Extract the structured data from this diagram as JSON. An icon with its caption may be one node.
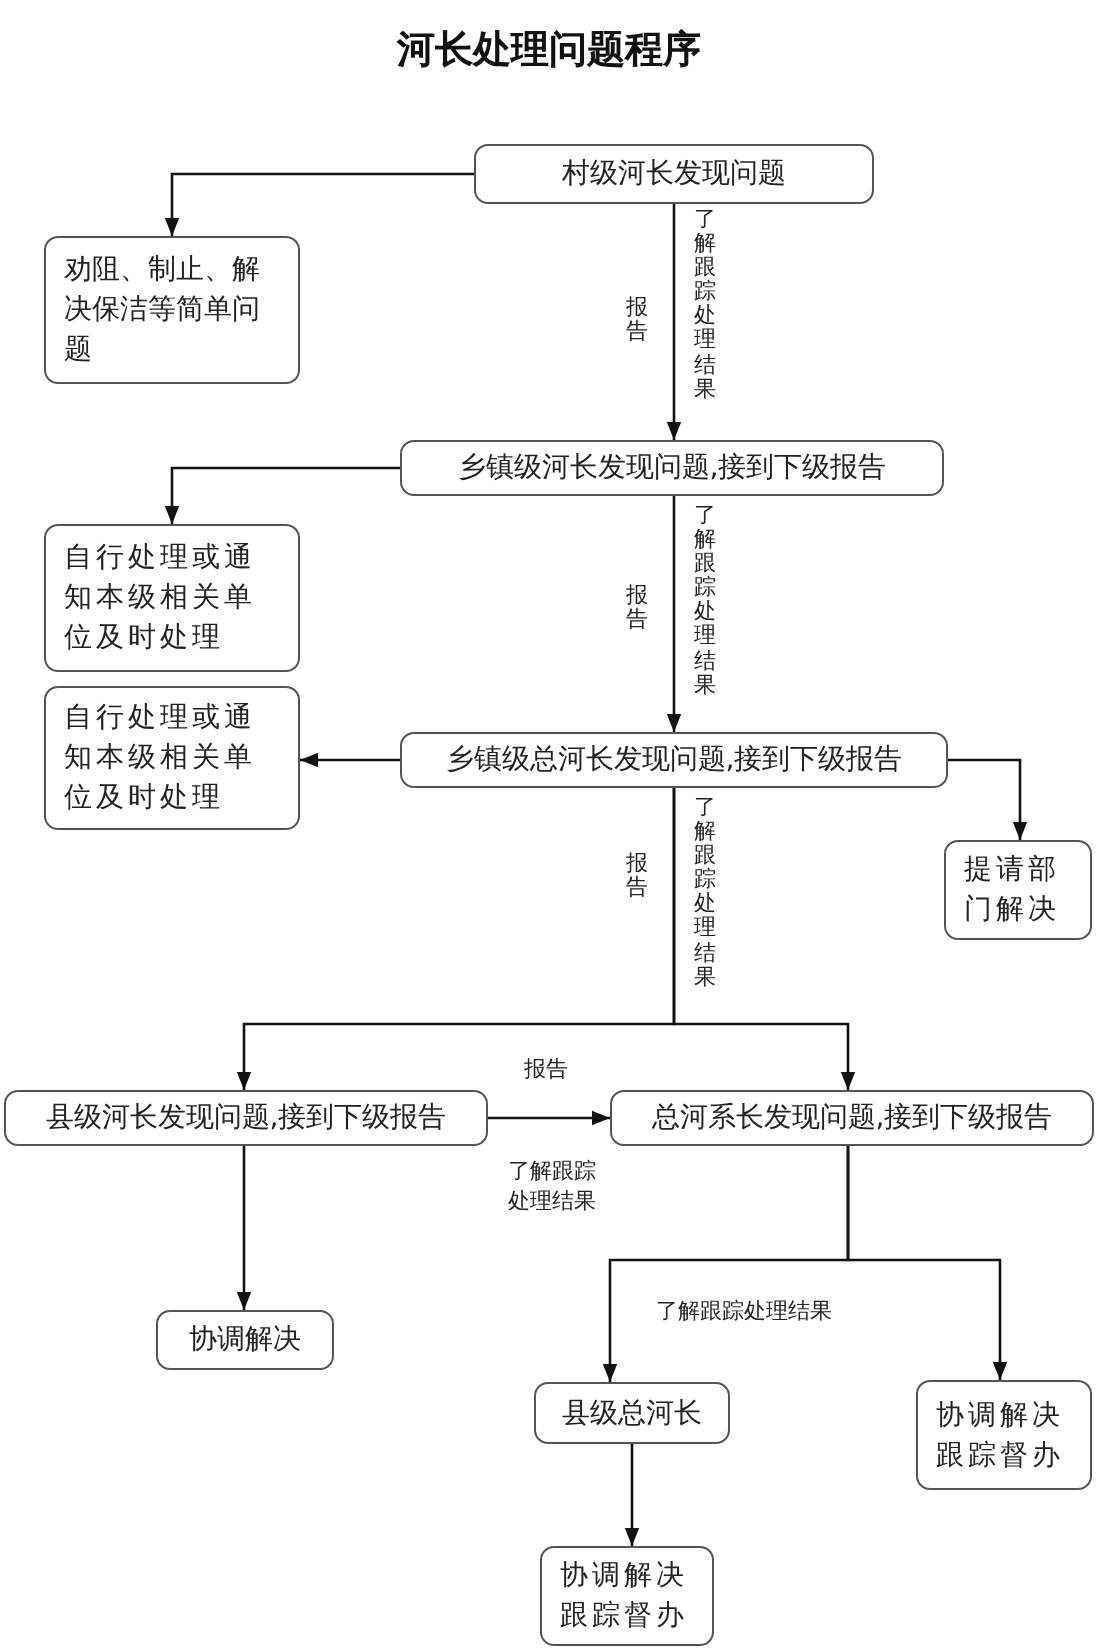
{
  "diagram": {
    "title": "河长处理问题程序",
    "nodes": [
      {
        "text": [
          "村级河长发现问题"
        ]
      },
      {
        "text": [
          "劝阻、制止、解决保洁等简单问题"
        ]
      },
      {
        "text": [
          "乡镇级河长发现问题,接到下级报告"
        ]
      },
      {
        "text": [
          "自行处理或通知本级相关单位及时处理"
        ]
      },
      {
        "text": [
          "乡镇级总河长发现问题,接到下级报告"
        ]
      },
      {
        "text": [
          "自行处理或通知本级相关单位及时处理"
        ]
      },
      {
        "text": [
          "提请部门解决"
        ]
      },
      {
        "text": [
          "县级河长发现问题,接到下级报告"
        ]
      },
      {
        "text": [
          "总河系长发现问题,接到下级报告"
        ]
      },
      {
        "text": [
          "协调解决"
        ]
      },
      {
        "text": [
          "县级总河长"
        ]
      },
      {
        "text": [
          "协调解决跟踪督办"
        ]
      },
      {
        "text": [
          "协调解决跟踪督办"
        ]
      }
    ],
    "edges": [
      {
        "from": 0,
        "to": 1,
        "arrow": "to"
      },
      {
        "from": 0,
        "to": 2,
        "arrow": "to",
        "label": "报告"
      },
      {
        "from": 2,
        "to": 3,
        "arrow": "to"
      },
      {
        "from": 2,
        "to": 4,
        "arrow": "to",
        "label": "报告"
      },
      {
        "from": 4,
        "to": 5,
        "arrow": "to"
      },
      {
        "from": 4,
        "to": 6,
        "arrow": "to"
      },
      {
        "from": 4,
        "to": 7,
        "arrow": "to",
        "label": "报告"
      },
      {
        "from": 4,
        "to": 8,
        "arrow": "to"
      },
      {
        "from": 7,
        "to": 8,
        "arrow": "to",
        "label": "报告"
      },
      {
        "from": 7,
        "to": 9,
        "arrow": "to"
      },
      {
        "from": 8,
        "to": 10,
        "arrow": "to",
        "label": "了解跟踪处理结果"
      },
      {
        "from": 8,
        "to": 11,
        "arrow": "to"
      },
      {
        "from": 10,
        "to": 12,
        "arrow": "to"
      }
    ],
    "labels": [
      "了解跟踪处理结果",
      "了解跟踪处理结果",
      "了解跟踪处理结果",
      "了解跟踪处理结果"
    ]
  }
}
